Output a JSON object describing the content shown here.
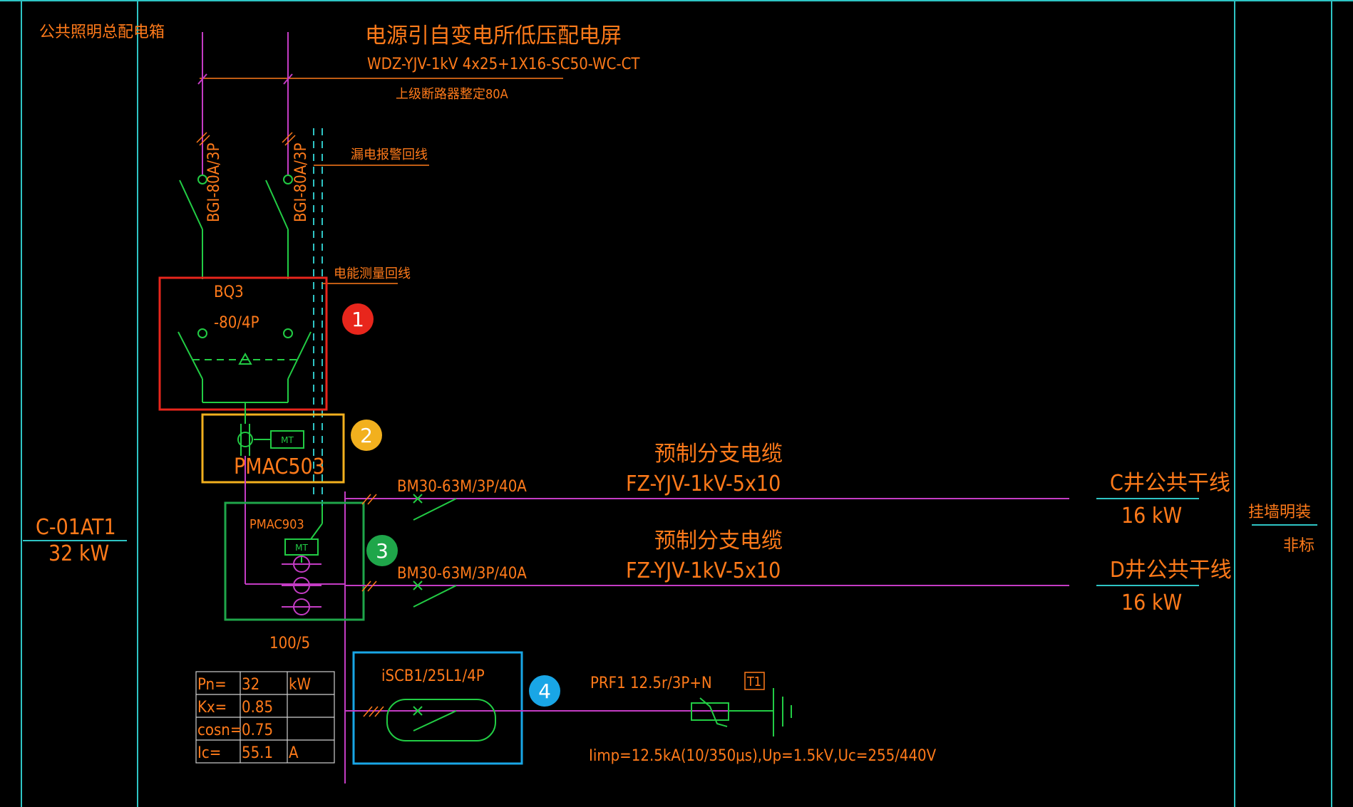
{
  "title_block": {
    "panel_name": "公共照明总配电箱",
    "panel_id": "C-01AT1",
    "panel_power": "32 kW",
    "install_mode": "挂墙明装",
    "note": "非标"
  },
  "incoming": {
    "source": "电源引自变电所低压配电屏",
    "cable": "WDZ-YJV-1kV  4x25+1X16-SC50-WC-CT",
    "upstream_breaker": "上级断路器整定80A",
    "fire_alarm_line": "漏电报警回线",
    "energy_meter_line": "电能测量回线",
    "breaker_1": "BGI-80A/3P",
    "breaker_2": "BGI-80A/3P"
  },
  "ats": {
    "label_1": "BQ3",
    "label_2": "-80/4P"
  },
  "meter_1": {
    "mt": "MT",
    "model": "PMAC503"
  },
  "meter_2": {
    "model": "PMAC903",
    "mt": "MT",
    "ct": "100/5"
  },
  "branches": [
    {
      "breaker": "BM30-63M/3P/40A",
      "cable_name": "预制分支电缆",
      "cable": "FZ-YJV-1kV-5x10",
      "dest": "C井公共干线",
      "power": "16 kW"
    },
    {
      "breaker": "BM30-63M/3P/40A",
      "cable_name": "预制分支电缆",
      "cable": "FZ-YJV-1kV-5x10",
      "dest": "D井公共干线",
      "power": "16 kW"
    }
  ],
  "spd": {
    "breaker": "iSCB1/25L1/4P",
    "model": "PRF1 12.5r/3P+N",
    "tag": "T1",
    "spec": "Iimp=12.5kA(10/350μs),Up=1.5kV,Uc=255/440V"
  },
  "load_table": [
    {
      "k": "Pn=",
      "v": "32",
      "u": "kW"
    },
    {
      "k": "Kx=",
      "v": "0.85",
      "u": ""
    },
    {
      "k": "cosn=",
      "v": "0.75",
      "u": ""
    },
    {
      "k": "Ic=",
      "v": "55.1",
      "u": "A"
    }
  ],
  "markers": [
    {
      "num": "1",
      "color": "#e8261c"
    },
    {
      "num": "2",
      "color": "#f2b01e"
    },
    {
      "num": "3",
      "color": "#1fa64a"
    },
    {
      "num": "4",
      "color": "#19a6e6"
    }
  ],
  "box_colors": {
    "box1": "#e8261c",
    "box2": "#f2b01e",
    "box3": "#1fa64a",
    "box4": "#19a6e6"
  }
}
